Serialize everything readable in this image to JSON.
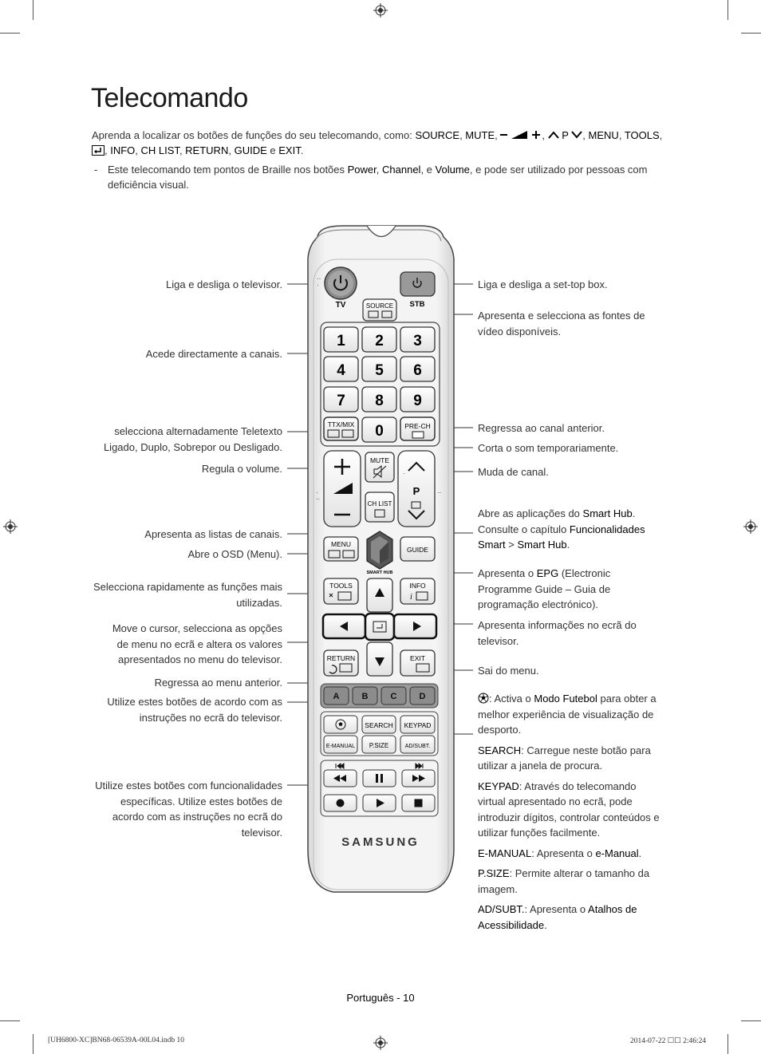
{
  "title": "Telecomando",
  "intro": {
    "prefix": "Aprenda a localizar os botões de funções do seu telecomando, como:",
    "buttons": [
      "SOURCE",
      "MUTE",
      "INFO",
      "CH LIST",
      "RETURN",
      "GUIDE",
      "EXIT",
      "MENU",
      "TOOLS"
    ],
    "conj": "e",
    "p_symbol": "P"
  },
  "note": {
    "dash": "-",
    "text_a": "Este telecomando tem pontos de Braille nos botões",
    "b1": "Power",
    "b2": "Channel",
    "b3": "Volume",
    "conj": ", e",
    "text_b": ", e pode ser utilizado por pessoas com deficiência visual."
  },
  "left_labels": [
    "Liga e desliga o televisor.",
    "Acede directamente a canais.",
    "selecciona alternadamente Teletexto Ligado, Duplo, Sobrepor ou Desligado.",
    "Regula o volume.",
    "Apresenta as listas de canais.",
    "Abre o OSD (Menu).",
    "Selecciona rapidamente as funções mais utilizadas.",
    "Move o cursor, selecciona as opções de menu no ecrã e altera os valores apresentados no menu do televisor.",
    "Regressa ao menu anterior.",
    "Utilize estes botões de acordo com as instruções no ecrã do televisor.",
    "Utilize estes botões com funcionalidades específicas. Utilize estes botões de acordo com as instruções no ecrã do televisor."
  ],
  "right_labels": {
    "stb_power": "Liga e desliga a set-top box.",
    "source": "Apresenta e selecciona as fontes de vídeo disponíveis.",
    "prech": "Regressa ao canal anterior.",
    "mute": "Corta o som temporariamente.",
    "channel": "Muda de canal.",
    "smarthub_a": "Abre as aplicações do",
    "smarthub_b": "Smart Hub",
    "smarthub_c": ". Consulte o capítulo",
    "smarthub_d": "Funcionalidades Smart",
    "smarthub_e": ">",
    "smarthub_f": "Smart Hub",
    "smarthub_g": ".",
    "guide_a": "Apresenta o",
    "guide_b": "EPG",
    "guide_c": "(Electronic Programme Guide – Guia de programação electrónico).",
    "info": "Apresenta informações no ecrã do televisor.",
    "exit": "Sai do menu.",
    "football_a": ": Activa o",
    "football_b": "Modo Futebol",
    "football_c": "para obter a melhor experiência de visualização de desporto.",
    "search_k": "SEARCH",
    "search_v": ": Carregue neste botão para utilizar a janela de procura.",
    "keypad_k": "KEYPAD",
    "keypad_v": ": Através do telecomando virtual apresentado no ecrã, pode introduzir dígitos, controlar conteúdos e utilizar funções facilmente.",
    "emanual_k": "E-MANUAL",
    "emanual_v": ": Apresenta o",
    "emanual_b": "e-Manual",
    "emanual_e": ".",
    "psize_k": "P.SIZE",
    "psize_v": ": Permite alterar o tamanho da imagem.",
    "adsubt_k": "AD/SUBT.",
    "adsubt_v": ": Apresenta o",
    "adsubt_b": "Atalhos de Acessibilidade",
    "adsubt_e": "."
  },
  "remote": {
    "tv": "TV",
    "stb": "STB",
    "source": "SOURCE",
    "digits": [
      "1",
      "2",
      "3",
      "4",
      "5",
      "6",
      "7",
      "8",
      "9",
      "0"
    ],
    "ttx": "TTX/MIX",
    "prech": "PRE-CH",
    "mute": "MUTE",
    "chlist": "CH LIST",
    "p": "P",
    "menu": "MENU",
    "guide": "GUIDE",
    "smarthub": "SMART HUB",
    "tools": "TOOLS",
    "info": "INFO",
    "return": "RETURN",
    "exit": "EXIT",
    "colors": [
      "A",
      "B",
      "C",
      "D"
    ],
    "color_values": [
      "#d8412f",
      "#4fa35a",
      "#e5c531",
      "#3d72b8"
    ],
    "search": "SEARCH",
    "keypad": "KEYPAD",
    "emanual": "E-MANUAL",
    "psize": "P.SIZE",
    "adsubt": "AD/SUBT.",
    "brand": "SAMSUNG"
  },
  "footer": "Português - 10",
  "imprint_left": "[UH6800-XC]BN68-06539A-00L04.indb   10",
  "imprint_right": "2014-07-22   ☐☐ 2:46:24"
}
